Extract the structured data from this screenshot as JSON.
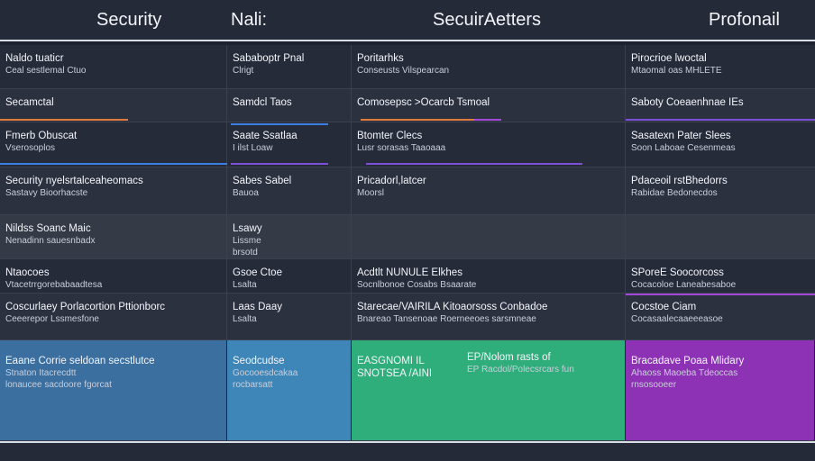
{
  "header": [
    "Security",
    "Nali:",
    "SecuirAetters",
    "Profonail"
  ],
  "rows": [
    {
      "cells": [
        [
          "Naldo tuaticr",
          "Ceal sestlemal Ctuo"
        ],
        [
          "Sababoptr Pnal",
          "Clrigt"
        ],
        [
          "Poritarhks",
          "Conseusts Vilspearcan"
        ],
        [
          "Pirocrioe lwoctal",
          "Mtaomal oas MHLETE"
        ]
      ]
    },
    {
      "cells": [
        [
          "Secamctal",
          ""
        ],
        [
          "Samdcl Taos",
          ""
        ],
        [
          "Comosepsc >Ocarcb Tsmoal",
          ""
        ],
        [
          "Saboty Coeaenhnae IEs",
          ""
        ]
      ]
    },
    {
      "cells": [
        [
          "Fmerb Obuscat",
          "Vserosoplos"
        ],
        [
          "Saate Ssatlaa",
          "I ilst Loaw"
        ],
        [
          "Btomter Clecs",
          "Lusr sorasas Taaoaaa"
        ],
        [
          "Sasatexn Pater Slees",
          "Soon Laboae Cesenmeas"
        ]
      ]
    },
    {
      "cells": [
        [
          "Security nyelsrtalceaheomacs",
          "Sastavy Bioorhacste"
        ],
        [
          "Sabes Sabel",
          "Bauoa"
        ],
        [
          "Pricadorl,latcer",
          "Moorsl"
        ],
        [
          "Pdaceoil rstBhedorrs",
          "Rabidae Bedonecdos"
        ]
      ]
    },
    {
      "cells": [
        [
          "Nildss Soanc Maic",
          "Nenadinn sauesnbadx"
        ],
        [
          "Lsawy",
          "Lissme\nbrsotd"
        ],
        [
          "",
          ""
        ],
        [
          "",
          ""
        ]
      ]
    },
    {
      "cells": [
        [
          "Ntaocoes",
          "Vtacetrrgorebabaadtesa"
        ],
        [
          "Gsoe Ctoe",
          "Lsalta"
        ],
        [
          "Acdtlt NUNULE Elkhes",
          "Socnlbonoe Cosabs Bsaarate"
        ],
        [
          "SPoreE Soocorcoss",
          "Cocacoloe Laneabesaboe"
        ]
      ]
    },
    {
      "cells": [
        [
          "Coscurlaey Porlacortion Pttionborc",
          "Ceeerepor Lssmesfone"
        ],
        [
          "Laas Daay",
          "Lsalta"
        ],
        [
          "Starecae/VAIRILA Kitoaorsoss Conbadoe",
          "Bnareao Tansenoae Roerneeoes sarsmneae"
        ],
        [
          "Cocstoe Ciam",
          "Cocasaalecaaeeeasoe"
        ]
      ]
    },
    {
      "cells": [
        [
          "Eaane Corrie seldoan secstlutce",
          "Stnaton Itacrecdtt\nlonaucee sacdoore fgorcat"
        ],
        [
          "Seodcudse",
          "Gocooesdcakaa\nrocbarsatt"
        ],
        [
          "EASGNOMI IL",
          "SNOTSEA /AINI"
        ],
        [
          "Bracadave Poaa Mlidary",
          "Ahaoss Maoeba Tdeoccas\nrnsosooeer"
        ]
      ]
    }
  ],
  "extra_c2_last": [
    "EP/Nolom rasts of",
    "EP Racdol/Polecsrcars fun"
  ],
  "colors": {
    "bg": "#1e2230",
    "row": "#262b3a",
    "row_alt": "#2c3140",
    "blue": "#3a6fa0",
    "blue2": "#3f86b8",
    "green": "#2fae7c",
    "purple": "#8e32b5",
    "bar_orange": "#e07a3c",
    "bar_purple": "#7b4fd6",
    "bar_blue": "#3b7fe0",
    "bar_violet": "#a148d8"
  }
}
